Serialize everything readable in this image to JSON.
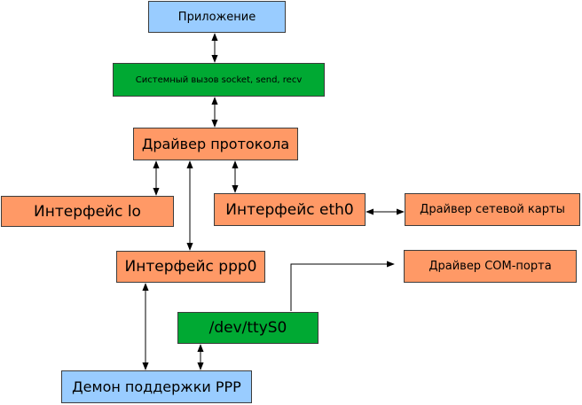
{
  "diagram": {
    "nodes": {
      "app": "Приложение",
      "syscall": "Системный вызов socket, send, recv",
      "protocol_driver": "Драйвер протокола",
      "iface_lo": "Интерфейс lo",
      "iface_eth0": "Интерфейс eth0",
      "netcard_driver": "Драйвер сетевой карты",
      "iface_ppp0": "Интерфейс ppp0",
      "com_driver": "Драйвер COM-порта",
      "dev_ttys0": "/dev/ttyS0",
      "ppp_daemon": "Демон поддержки PPP"
    },
    "colors": {
      "blue": "#99ccff",
      "green": "#00a933",
      "orange": "#ff9966",
      "border": "#3c3c3c",
      "line": "#000000"
    }
  }
}
